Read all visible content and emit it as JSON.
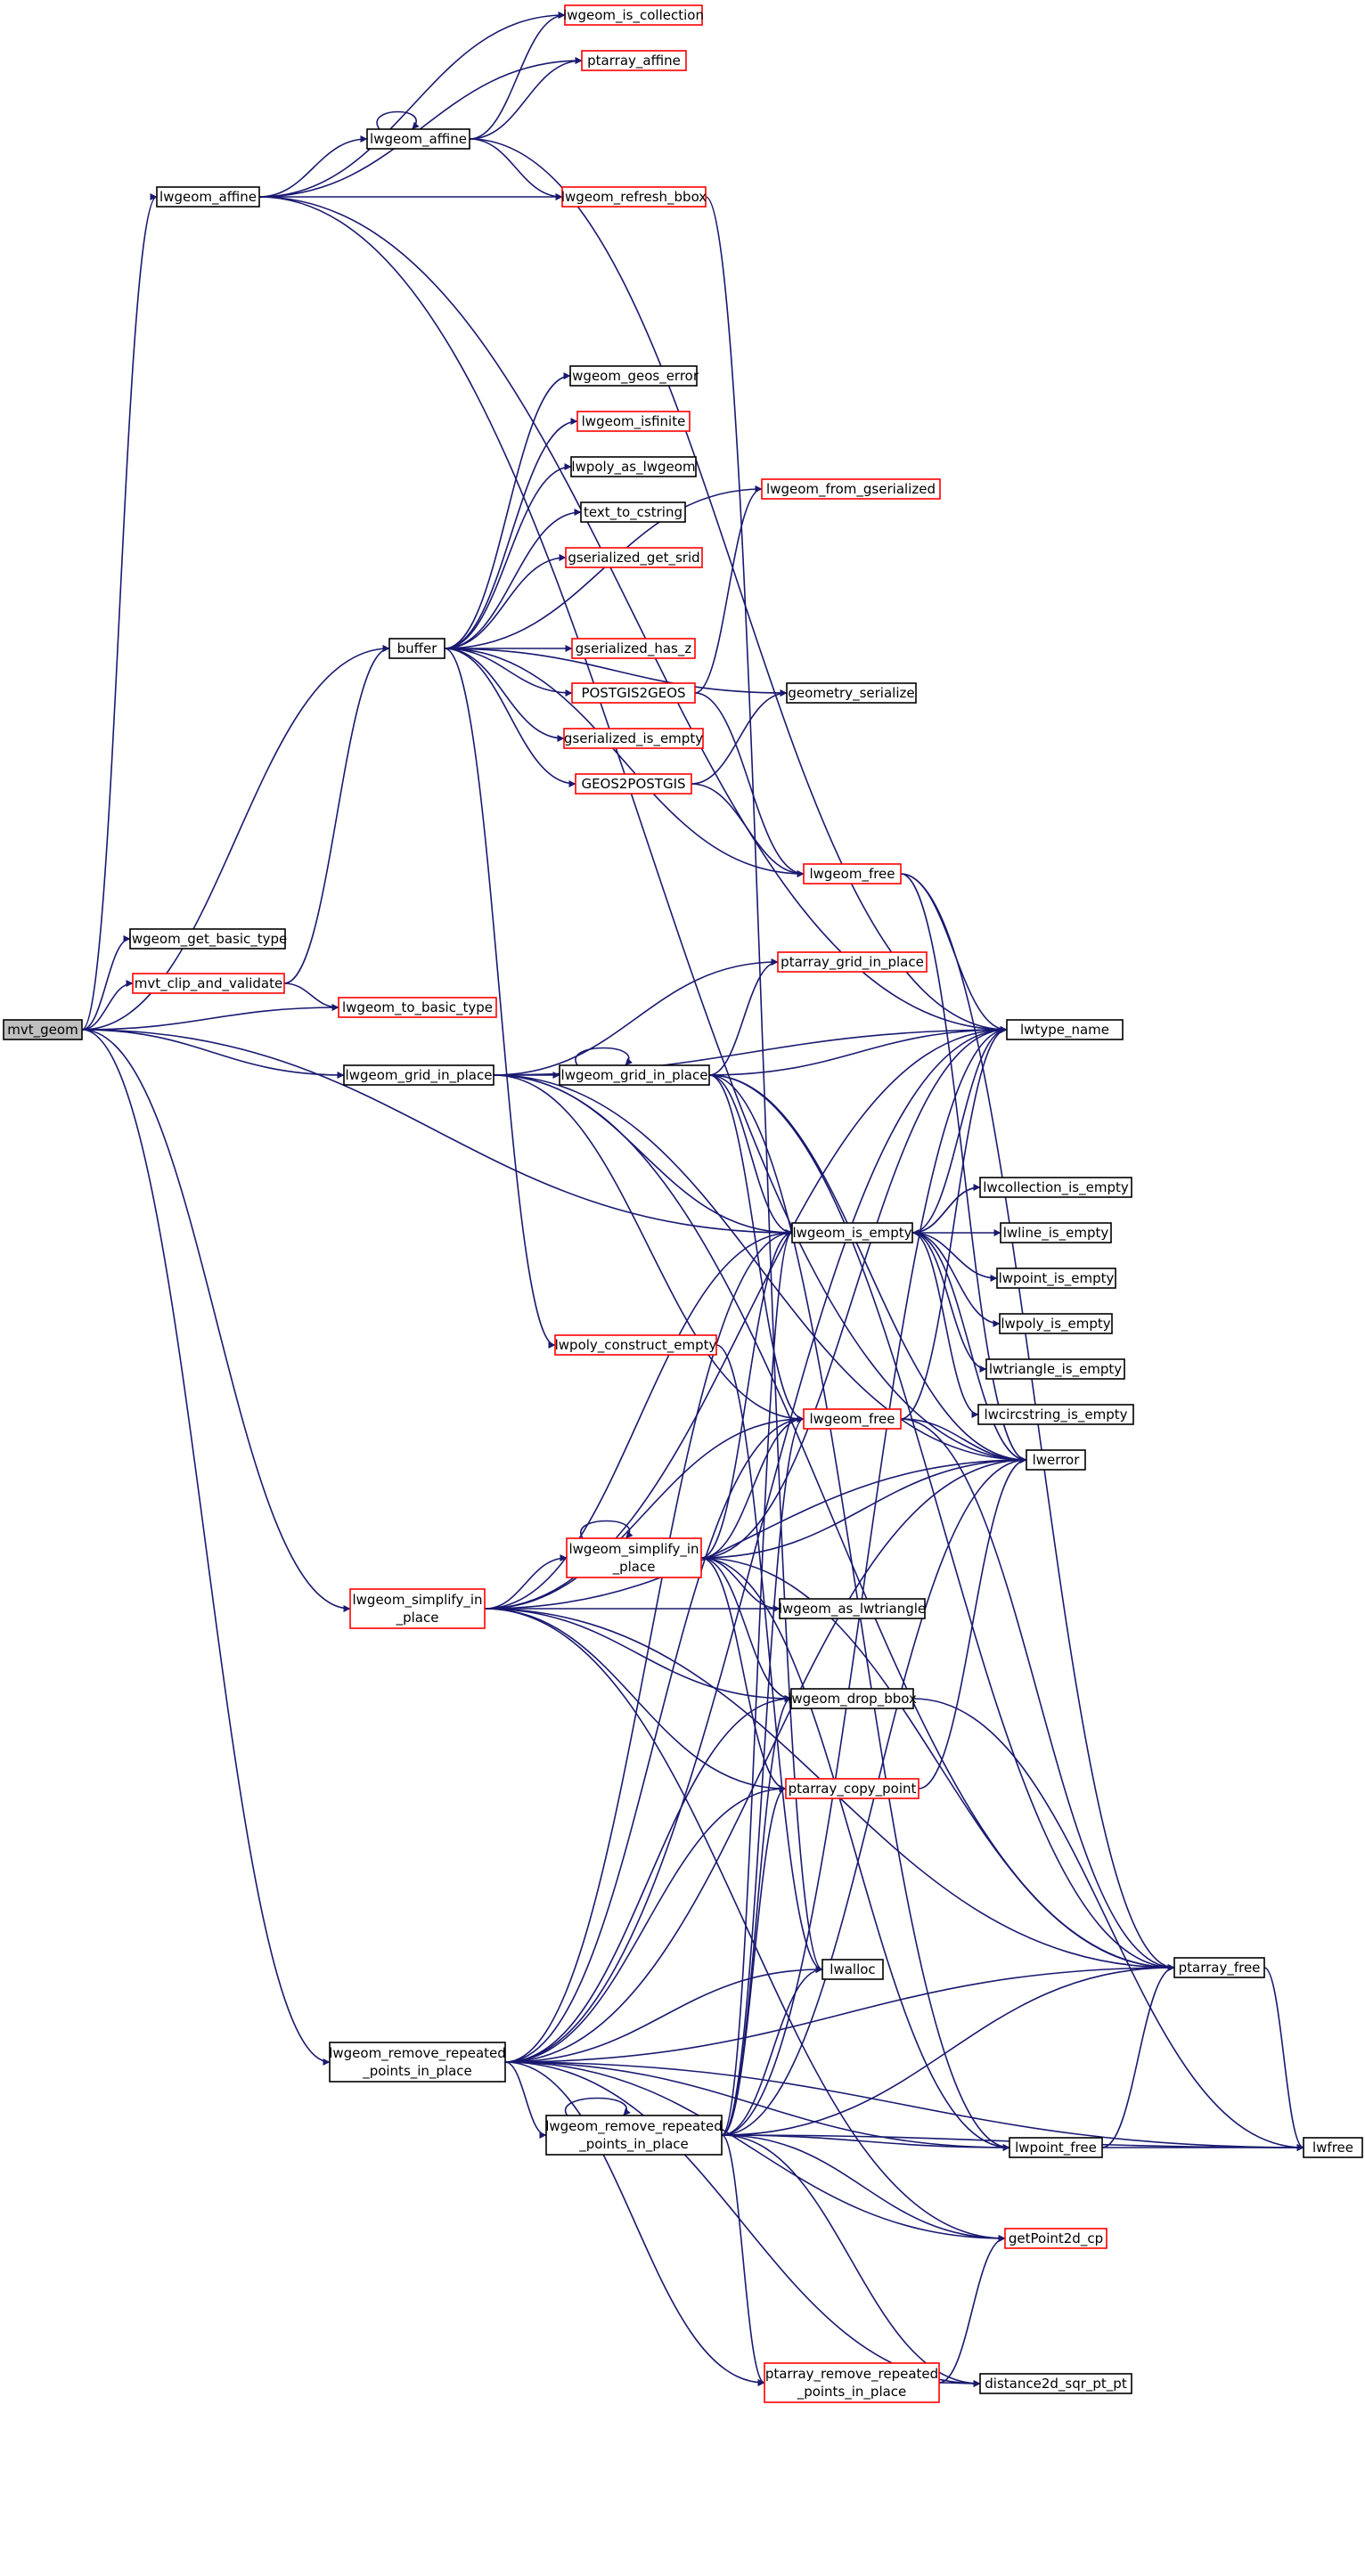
{
  "colors": {
    "edge": "#191970",
    "default_border": "#000000",
    "incomplete_border": "#ff0000",
    "root_fill": "#bfbfbf",
    "node_fill": "#ffffff"
  },
  "nodes": [
    {
      "id": "mvt_geom",
      "lines": [
        "mvt_geom"
      ],
      "kind": "root"
    },
    {
      "id": "lwgeom_affine_a",
      "lines": [
        "lwgeom_affine"
      ],
      "kind": "normal"
    },
    {
      "id": "lwgeom_get_basic_type",
      "lines": [
        "lwgeom_get_basic_type"
      ],
      "kind": "normal"
    },
    {
      "id": "mvt_clip_and_validate",
      "lines": [
        "mvt_clip_and_validate"
      ],
      "kind": "incomplete"
    },
    {
      "id": "lwgeom_grid_in_place_a",
      "lines": [
        "lwgeom_grid_in_place"
      ],
      "kind": "normal"
    },
    {
      "id": "lwgeom_simplify_in_place_a",
      "lines": [
        "lwgeom_simplify_in",
        "_place"
      ],
      "kind": "incomplete"
    },
    {
      "id": "lwgeom_remove_repeated_points_in_place_a",
      "lines": [
        "lwgeom_remove_repeated",
        "_points_in_place"
      ],
      "kind": "normal"
    },
    {
      "id": "buffer",
      "lines": [
        "buffer"
      ],
      "kind": "normal"
    },
    {
      "id": "lwgeom_affine_b",
      "lines": [
        "lwgeom_affine"
      ],
      "kind": "normal"
    },
    {
      "id": "lwgeom_grid_in_place_b",
      "lines": [
        "lwgeom_grid_in_place"
      ],
      "kind": "normal"
    },
    {
      "id": "lwpoly_construct_empty",
      "lines": [
        "lwpoly_construct_empty"
      ],
      "kind": "incomplete"
    },
    {
      "id": "lwgeom_simplify_in_place_b",
      "lines": [
        "lwgeom_simplify_in",
        "_place"
      ],
      "kind": "incomplete"
    },
    {
      "id": "lwgeom_remove_repeated_points_in_place_b",
      "lines": [
        "lwgeom_remove_repeated",
        "_points_in_place"
      ],
      "kind": "normal"
    },
    {
      "id": "lwgeom_is_collection",
      "lines": [
        "lwgeom_is_collection"
      ],
      "kind": "incomplete"
    },
    {
      "id": "ptarray_affine",
      "lines": [
        "ptarray_affine"
      ],
      "kind": "incomplete"
    },
    {
      "id": "lwgeom_refresh_bbox",
      "lines": [
        "lwgeom_refresh_bbox"
      ],
      "kind": "incomplete"
    },
    {
      "id": "lwgeom_geos_error",
      "lines": [
        "lwgeom_geos_error"
      ],
      "kind": "normal"
    },
    {
      "id": "lwgeom_isfinite",
      "lines": [
        "lwgeom_isfinite"
      ],
      "kind": "incomplete"
    },
    {
      "id": "lwpoly_as_lwgeom",
      "lines": [
        "lwpoly_as_lwgeom"
      ],
      "kind": "normal"
    },
    {
      "id": "text_to_cstring",
      "lines": [
        "text_to_cstring"
      ],
      "kind": "normal"
    },
    {
      "id": "gserialized_get_srid",
      "lines": [
        "gserialized_get_srid"
      ],
      "kind": "incomplete"
    },
    {
      "id": "gserialized_has_z",
      "lines": [
        "gserialized_has_z"
      ],
      "kind": "incomplete"
    },
    {
      "id": "POSTGIS2GEOS",
      "lines": [
        "POSTGIS2GEOS"
      ],
      "kind": "incomplete"
    },
    {
      "id": "gserialized_is_empty",
      "lines": [
        "gserialized_is_empty"
      ],
      "kind": "incomplete"
    },
    {
      "id": "GEOS2POSTGIS",
      "lines": [
        "GEOS2POSTGIS"
      ],
      "kind": "incomplete"
    },
    {
      "id": "lwgeom_to_basic_type",
      "lines": [
        "lwgeom_to_basic_type"
      ],
      "kind": "incomplete"
    },
    {
      "id": "lwgeom_is_empty",
      "lines": [
        "lwgeom_is_empty"
      ],
      "kind": "normal"
    },
    {
      "id": "lwgeom_free_b",
      "lines": [
        "lwgeom_free"
      ],
      "kind": "incomplete"
    },
    {
      "id": "lwgeom_as_lwtriangle",
      "lines": [
        "lwgeom_as_lwtriangle"
      ],
      "kind": "normal"
    },
    {
      "id": "lwgeom_drop_bbox",
      "lines": [
        "lwgeom_drop_bbox"
      ],
      "kind": "normal"
    },
    {
      "id": "ptarray_copy_point",
      "lines": [
        "ptarray_copy_point"
      ],
      "kind": "incomplete"
    },
    {
      "id": "lwalloc",
      "lines": [
        "lwalloc"
      ],
      "kind": "normal"
    },
    {
      "id": "ptarray_remove_repeated_points_in_place",
      "lines": [
        "ptarray_remove_repeated",
        "_points_in_place"
      ],
      "kind": "incomplete"
    },
    {
      "id": "lwgeom_from_gserialized",
      "lines": [
        "lwgeom_from_gserialized"
      ],
      "kind": "incomplete"
    },
    {
      "id": "geometry_serialize",
      "lines": [
        "geometry_serialize"
      ],
      "kind": "normal"
    },
    {
      "id": "lwgeom_free_a",
      "lines": [
        "lwgeom_free"
      ],
      "kind": "incomplete"
    },
    {
      "id": "ptarray_grid_in_place",
      "lines": [
        "ptarray_grid_in_place"
      ],
      "kind": "incomplete"
    },
    {
      "id": "lwtype_name",
      "lines": [
        "lwtype_name"
      ],
      "kind": "normal"
    },
    {
      "id": "lwcollection_is_empty",
      "lines": [
        "lwcollection_is_empty"
      ],
      "kind": "normal"
    },
    {
      "id": "lwline_is_empty",
      "lines": [
        "lwline_is_empty"
      ],
      "kind": "normal"
    },
    {
      "id": "lwpoint_is_empty",
      "lines": [
        "lwpoint_is_empty"
      ],
      "kind": "normal"
    },
    {
      "id": "lwpoly_is_empty",
      "lines": [
        "lwpoly_is_empty"
      ],
      "kind": "normal"
    },
    {
      "id": "lwtriangle_is_empty",
      "lines": [
        "lwtriangle_is_empty"
      ],
      "kind": "normal"
    },
    {
      "id": "lwcircstring_is_empty",
      "lines": [
        "lwcircstring_is_empty"
      ],
      "kind": "normal"
    },
    {
      "id": "lwerror",
      "lines": [
        "lwerror"
      ],
      "kind": "normal"
    },
    {
      "id": "ptarray_free",
      "lines": [
        "ptarray_free"
      ],
      "kind": "normal"
    },
    {
      "id": "lwpoint_free",
      "lines": [
        "lwpoint_free"
      ],
      "kind": "normal"
    },
    {
      "id": "getPoint2d_cp",
      "lines": [
        "getPoint2d_cp"
      ],
      "kind": "incomplete"
    },
    {
      "id": "distance2d_sqr_pt_pt",
      "lines": [
        "distance2d_sqr_pt_pt"
      ],
      "kind": "normal"
    },
    {
      "id": "lwfree",
      "lines": [
        "lwfree"
      ],
      "kind": "normal"
    }
  ],
  "edges": [
    [
      "mvt_geom",
      "lwgeom_affine_a"
    ],
    [
      "mvt_geom",
      "buffer"
    ],
    [
      "mvt_geom",
      "lwgeom_get_basic_type"
    ],
    [
      "mvt_geom",
      "mvt_clip_and_validate"
    ],
    [
      "mvt_geom",
      "lwgeom_to_basic_type"
    ],
    [
      "mvt_geom",
      "lwgeom_grid_in_place_a"
    ],
    [
      "mvt_geom",
      "lwgeom_is_empty"
    ],
    [
      "mvt_geom",
      "lwgeom_simplify_in_place_a"
    ],
    [
      "mvt_geom",
      "lwgeom_remove_repeated_points_in_place_a"
    ],
    [
      "mvt_clip_and_validate",
      "buffer"
    ],
    [
      "mvt_clip_and_validate",
      "lwgeom_to_basic_type"
    ],
    [
      "lwgeom_affine_a",
      "lwgeom_is_collection"
    ],
    [
      "lwgeom_affine_a",
      "ptarray_affine"
    ],
    [
      "lwgeom_affine_a",
      "lwgeom_affine_b"
    ],
    [
      "lwgeom_affine_a",
      "lwgeom_refresh_bbox"
    ],
    [
      "lwgeom_affine_a",
      "lwtype_name"
    ],
    [
      "lwgeom_affine_a",
      "lwerror"
    ],
    [
      "lwgeom_affine_b",
      "lwgeom_affine_b"
    ],
    [
      "lwgeom_affine_b",
      "lwgeom_is_collection"
    ],
    [
      "lwgeom_affine_b",
      "ptarray_affine"
    ],
    [
      "lwgeom_affine_b",
      "lwgeom_refresh_bbox"
    ],
    [
      "lwgeom_affine_b",
      "lwtype_name"
    ],
    [
      "lwgeom_refresh_bbox",
      "lwalloc"
    ],
    [
      "buffer",
      "lwgeom_geos_error"
    ],
    [
      "buffer",
      "lwgeom_isfinite"
    ],
    [
      "buffer",
      "lwpoly_as_lwgeom"
    ],
    [
      "buffer",
      "text_to_cstring"
    ],
    [
      "buffer",
      "gserialized_get_srid"
    ],
    [
      "buffer",
      "gserialized_has_z"
    ],
    [
      "buffer",
      "POSTGIS2GEOS"
    ],
    [
      "buffer",
      "gserialized_is_empty"
    ],
    [
      "buffer",
      "GEOS2POSTGIS"
    ],
    [
      "buffer",
      "lwgeom_from_gserialized"
    ],
    [
      "buffer",
      "geometry_serialize"
    ],
    [
      "buffer",
      "lwgeom_free_a"
    ],
    [
      "buffer",
      "lwpoly_construct_empty"
    ],
    [
      "POSTGIS2GEOS",
      "lwgeom_from_gserialized"
    ],
    [
      "POSTGIS2GEOS",
      "lwgeom_free_a"
    ],
    [
      "GEOS2POSTGIS",
      "geometry_serialize"
    ],
    [
      "GEOS2POSTGIS",
      "lwgeom_free_a"
    ],
    [
      "lwgeom_free_a",
      "lwtype_name"
    ],
    [
      "lwgeom_free_a",
      "lwerror"
    ],
    [
      "lwgeom_free_a",
      "ptarray_free"
    ],
    [
      "lwgeom_grid_in_place_a",
      "ptarray_grid_in_place"
    ],
    [
      "lwgeom_grid_in_place_a",
      "lwgeom_grid_in_place_b"
    ],
    [
      "lwgeom_grid_in_place_a",
      "lwtype_name"
    ],
    [
      "lwgeom_grid_in_place_a",
      "lwgeom_is_empty"
    ],
    [
      "lwgeom_grid_in_place_a",
      "lwgeom_free_b"
    ],
    [
      "lwgeom_grid_in_place_a",
      "lwerror"
    ],
    [
      "lwgeom_grid_in_place_a",
      "ptarray_free"
    ],
    [
      "lwgeom_grid_in_place_b",
      "lwgeom_grid_in_place_b"
    ],
    [
      "lwgeom_grid_in_place_b",
      "ptarray_grid_in_place"
    ],
    [
      "lwgeom_grid_in_place_b",
      "lwtype_name"
    ],
    [
      "lwgeom_grid_in_place_b",
      "lwgeom_is_empty"
    ],
    [
      "lwgeom_grid_in_place_b",
      "lwgeom_free_b"
    ],
    [
      "lwgeom_grid_in_place_b",
      "lwerror"
    ],
    [
      "lwgeom_grid_in_place_b",
      "ptarray_free"
    ],
    [
      "lwgeom_grid_in_place_b",
      "lwpoint_free"
    ],
    [
      "lwgeom_is_empty",
      "lwcollection_is_empty"
    ],
    [
      "lwgeom_is_empty",
      "lwline_is_empty"
    ],
    [
      "lwgeom_is_empty",
      "lwpoint_is_empty"
    ],
    [
      "lwgeom_is_empty",
      "lwpoly_is_empty"
    ],
    [
      "lwgeom_is_empty",
      "lwtriangle_is_empty"
    ],
    [
      "lwgeom_is_empty",
      "lwcircstring_is_empty"
    ],
    [
      "lwgeom_is_empty",
      "lwtype_name"
    ],
    [
      "lwgeom_is_empty",
      "lwerror"
    ],
    [
      "lwcollection_is_empty",
      "lwgeom_is_empty"
    ],
    [
      "lwgeom_free_b",
      "lwtype_name"
    ],
    [
      "lwgeom_free_b",
      "lwerror"
    ],
    [
      "lwgeom_free_b",
      "ptarray_free"
    ],
    [
      "lwpoly_construct_empty",
      "lwalloc"
    ],
    [
      "lwgeom_simplify_in_place_a",
      "lwgeom_simplify_in_place_b"
    ],
    [
      "lwgeom_simplify_in_place_a",
      "lwgeom_is_empty"
    ],
    [
      "lwgeom_simplify_in_place_a",
      "lwtype_name"
    ],
    [
      "lwgeom_simplify_in_place_a",
      "lwgeom_free_b"
    ],
    [
      "lwgeom_simplify_in_place_a",
      "lwerror"
    ],
    [
      "lwgeom_simplify_in_place_a",
      "lwgeom_as_lwtriangle"
    ],
    [
      "lwgeom_simplify_in_place_a",
      "lwgeom_drop_bbox"
    ],
    [
      "lwgeom_simplify_in_place_a",
      "ptarray_copy_point"
    ],
    [
      "lwgeom_simplify_in_place_a",
      "ptarray_free"
    ],
    [
      "lwgeom_simplify_in_place_a",
      "getPoint2d_cp"
    ],
    [
      "lwgeom_simplify_in_place_b",
      "lwgeom_simplify_in_place_b"
    ],
    [
      "lwgeom_simplify_in_place_b",
      "lwgeom_is_empty"
    ],
    [
      "lwgeom_simplify_in_place_b",
      "lwtype_name"
    ],
    [
      "lwgeom_simplify_in_place_b",
      "lwgeom_free_b"
    ],
    [
      "lwgeom_simplify_in_place_b",
      "lwerror"
    ],
    [
      "lwgeom_simplify_in_place_b",
      "lwgeom_as_lwtriangle"
    ],
    [
      "lwgeom_simplify_in_place_b",
      "lwgeom_drop_bbox"
    ],
    [
      "lwgeom_simplify_in_place_b",
      "ptarray_copy_point"
    ],
    [
      "lwgeom_simplify_in_place_b",
      "ptarray_free"
    ],
    [
      "lwgeom_simplify_in_place_b",
      "lwpoint_free"
    ],
    [
      "lwgeom_drop_bbox",
      "lwfree"
    ],
    [
      "ptarray_copy_point",
      "lwerror"
    ],
    [
      "lwgeom_remove_repeated_points_in_place_a",
      "lwgeom_remove_repeated_points_in_place_b"
    ],
    [
      "lwgeom_remove_repeated_points_in_place_a",
      "lwgeom_is_empty"
    ],
    [
      "lwgeom_remove_repeated_points_in_place_a",
      "lwgeom_free_b"
    ],
    [
      "lwgeom_remove_repeated_points_in_place_a",
      "lwerror"
    ],
    [
      "lwgeom_remove_repeated_points_in_place_a",
      "lwgeom_drop_bbox"
    ],
    [
      "lwgeom_remove_repeated_points_in_place_a",
      "ptarray_copy_point"
    ],
    [
      "lwgeom_remove_repeated_points_in_place_a",
      "lwalloc"
    ],
    [
      "lwgeom_remove_repeated_points_in_place_a",
      "ptarray_free"
    ],
    [
      "lwgeom_remove_repeated_points_in_place_a",
      "lwpoint_free"
    ],
    [
      "lwgeom_remove_repeated_points_in_place_a",
      "getPoint2d_cp"
    ],
    [
      "lwgeom_remove_repeated_points_in_place_a",
      "ptarray_remove_repeated_points_in_place"
    ],
    [
      "lwgeom_remove_repeated_points_in_place_a",
      "distance2d_sqr_pt_pt"
    ],
    [
      "lwgeom_remove_repeated_points_in_place_a",
      "lwfree"
    ],
    [
      "lwgeom_remove_repeated_points_in_place_a",
      "lwtype_name"
    ],
    [
      "lwgeom_remove_repeated_points_in_place_b",
      "lwgeom_remove_repeated_points_in_place_b"
    ],
    [
      "lwgeom_remove_repeated_points_in_place_b",
      "lwgeom_is_empty"
    ],
    [
      "lwgeom_remove_repeated_points_in_place_b",
      "lwgeom_free_b"
    ],
    [
      "lwgeom_remove_repeated_points_in_place_b",
      "lwerror"
    ],
    [
      "lwgeom_remove_repeated_points_in_place_b",
      "lwgeom_drop_bbox"
    ],
    [
      "lwgeom_remove_repeated_points_in_place_b",
      "ptarray_copy_point"
    ],
    [
      "lwgeom_remove_repeated_points_in_place_b",
      "lwalloc"
    ],
    [
      "lwgeom_remove_repeated_points_in_place_b",
      "ptarray_free"
    ],
    [
      "lwgeom_remove_repeated_points_in_place_b",
      "lwpoint_free"
    ],
    [
      "lwgeom_remove_repeated_points_in_place_b",
      "getPoint2d_cp"
    ],
    [
      "lwgeom_remove_repeated_points_in_place_b",
      "ptarray_remove_repeated_points_in_place"
    ],
    [
      "lwgeom_remove_repeated_points_in_place_b",
      "distance2d_sqr_pt_pt"
    ],
    [
      "lwgeom_remove_repeated_points_in_place_b",
      "lwfree"
    ],
    [
      "lwgeom_remove_repeated_points_in_place_b",
      "lwtype_name"
    ],
    [
      "ptarray_remove_repeated_points_in_place",
      "getPoint2d_cp"
    ],
    [
      "ptarray_remove_repeated_points_in_place",
      "distance2d_sqr_pt_pt"
    ],
    [
      "ptarray_free",
      "lwfree"
    ],
    [
      "lwpoint_free",
      "ptarray_free"
    ],
    [
      "lwpoint_free",
      "lwfree"
    ]
  ]
}
